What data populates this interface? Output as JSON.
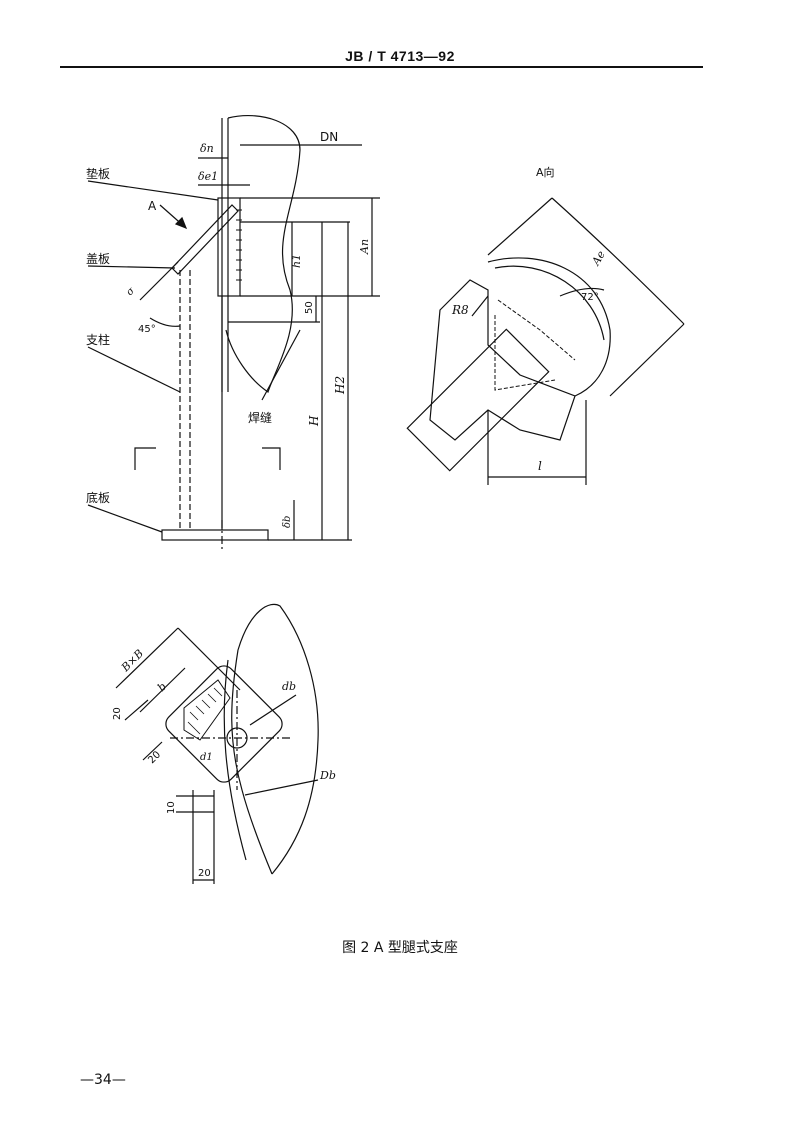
{
  "header": {
    "code": "JB / T   4713—92"
  },
  "figure": {
    "side_view": {
      "labels": {
        "pad_plate": "垫板",
        "cover_plate": "盖板",
        "column": "支柱",
        "base_plate": "底板",
        "weld": "焊缝",
        "view_arrow": "A",
        "dn": "DN",
        "delta_n": "δn",
        "delta_e1": "δe1",
        "h1": "h1",
        "a_n": "An",
        "h": "H",
        "h2": "H2",
        "dim_50": "50",
        "angle_45": "45°",
        "sigma": "σ",
        "delta_b": "δb"
      }
    },
    "view_a": {
      "labels": {
        "title": "A向",
        "r8": "R8",
        "angle_72": "72°",
        "l": "l",
        "a_e": "Ae"
      }
    },
    "base_view": {
      "labels": {
        "bxb": "B×B",
        "b": "b",
        "d_b": "db",
        "d_1": "d1",
        "big_d_b": "Db",
        "dim_20_a": "20",
        "dim_20_b": "20",
        "dim_10": "10",
        "dim_20_c": "20"
      }
    }
  },
  "caption": "图 2    A 型腿式支座",
  "page_number": "—34—"
}
